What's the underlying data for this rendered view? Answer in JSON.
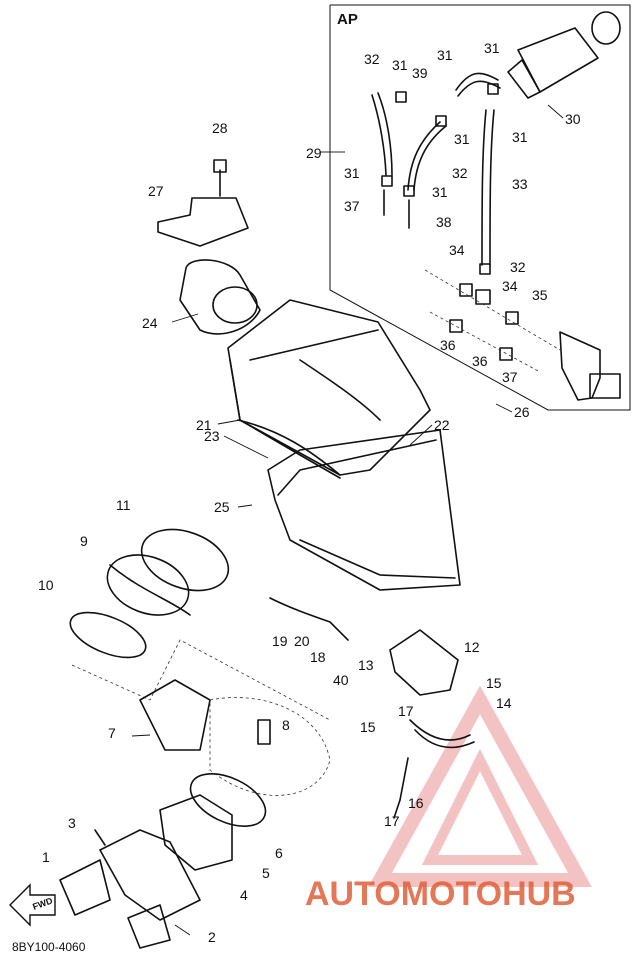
{
  "diagram": {
    "inset_label": "AP",
    "catalog_code": "8BY100-4060",
    "watermark_text": "AUTOMOTOHUB",
    "watermark_color_a": "#e0603a",
    "watermark_color_b": "#f0b4b4",
    "fwd_label": "FWD",
    "callouts": [
      "1",
      "2",
      "3",
      "5",
      "6",
      "4",
      "7",
      "8",
      "9",
      "10",
      "11",
      "12",
      "13",
      "14",
      "15",
      "15",
      "16",
      "17",
      "17",
      "18",
      "19",
      "20",
      "40",
      "21",
      "22",
      "23",
      "24",
      "25",
      "26",
      "27",
      "28",
      "29",
      "30",
      "31",
      "31",
      "31",
      "31",
      "31",
      "31",
      "31",
      "32",
      "32",
      "32",
      "33",
      "34",
      "34",
      "35",
      "36",
      "36",
      "37",
      "37",
      "38",
      "39"
    ]
  }
}
